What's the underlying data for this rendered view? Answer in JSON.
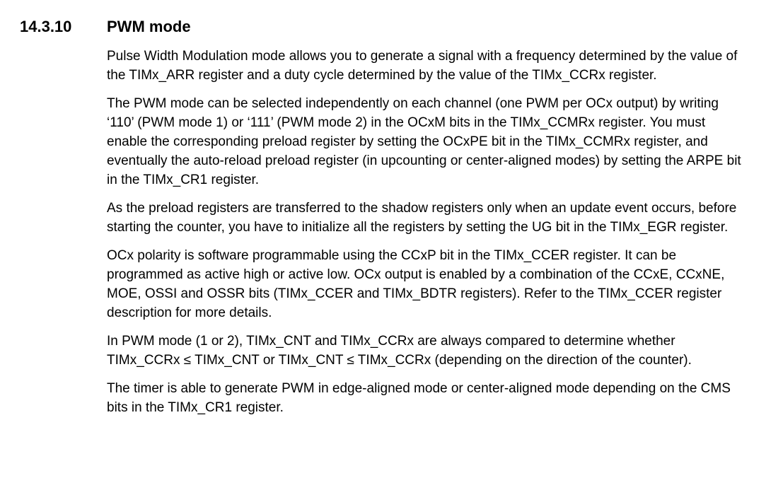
{
  "page": {
    "section_number": "14.3.10",
    "section_title": "PWM mode",
    "paragraphs": [
      "Pulse Width Modulation mode allows you to generate a signal with a frequency determined by the value of the TIMx_ARR register and a duty cycle determined by the value of the TIMx_CCRx register.",
      "The PWM mode can be selected independently on each channel (one PWM per OCx output) by writing ‘110’ (PWM mode 1) or ‘111’ (PWM mode 2) in the OCxM bits in the TIMx_CCMRx register. You must enable the corresponding preload register by setting the OCxPE bit in the TIMx_CCMRx register, and eventually the auto-reload preload register (in upcounting or center-aligned modes) by setting the ARPE bit in the TIMx_CR1 register.",
      "As the preload registers are transferred to the shadow registers only when an update event occurs, before starting the counter, you have to initialize all the registers by setting the UG bit in the TIMx_EGR register.",
      "OCx polarity is software programmable using the CCxP bit in the TIMx_CCER register. It can be programmed as active high or active low. OCx output is enabled by a combination of the CCxE, CCxNE, MOE, OSSI and OSSR bits (TIMx_CCER and TIMx_BDTR registers). Refer to the TIMx_CCER register description for more details.",
      "In PWM mode (1 or 2), TIMx_CNT and TIMx_CCRx are always compared to determine whether TIMx_CCRx ≤ TIMx_CNT or TIMx_CNT ≤ TIMx_CCRx (depending on the direction of the counter).",
      "The timer is able to generate PWM in edge-aligned mode or center-aligned mode depending on the CMS bits in the TIMx_CR1 register."
    ]
  }
}
